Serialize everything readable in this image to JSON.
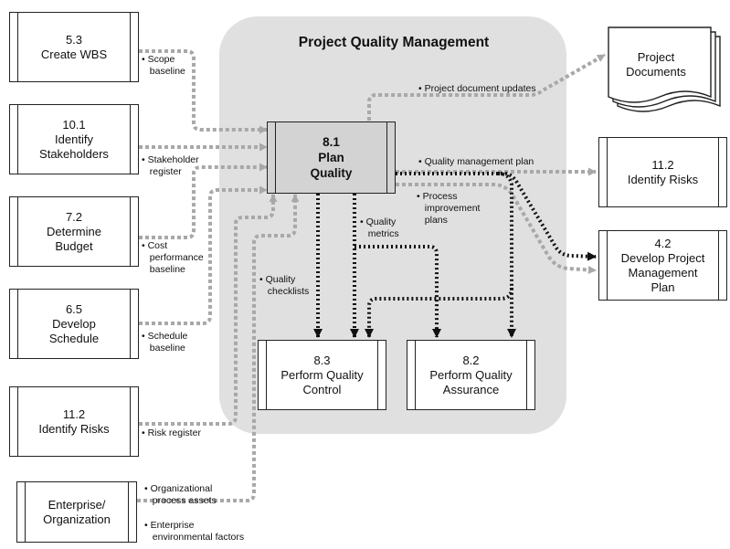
{
  "title": "Project Quality Management",
  "process": {
    "id": "8.1",
    "line1": "Plan",
    "line2": "Quality"
  },
  "inputs": [
    {
      "id": "5.3",
      "name1": "Create WBS",
      "name2": "",
      "name3": ""
    },
    {
      "id": "10.1",
      "name1": "Identify",
      "name2": "Stakeholders",
      "name3": ""
    },
    {
      "id": "7.2",
      "name1": "Determine",
      "name2": "Budget",
      "name3": ""
    },
    {
      "id": "6.5",
      "name1": "Develop",
      "name2": "Schedule",
      "name3": ""
    },
    {
      "id": "11.2",
      "name1": "Identify Risks",
      "name2": "",
      "name3": ""
    },
    {
      "id": "",
      "name1": "Enterprise/",
      "name2": "Organization",
      "name3": ""
    }
  ],
  "input_labels": [
    [
      "Scope",
      "baseline"
    ],
    [
      "Stakeholder",
      "register"
    ],
    [
      "Cost",
      "performance",
      "baseline"
    ],
    [
      "Schedule",
      "baseline"
    ],
    [
      "Risk register"
    ],
    [
      "Organizational",
      "process assets"
    ],
    [
      "Enterprise",
      "environmental factors"
    ]
  ],
  "outputs": {
    "project_documents": {
      "line1": "Project",
      "line2": "Documents"
    },
    "identify_risks": {
      "id": "11.2",
      "name": "Identify Risks"
    },
    "develop_pmp": {
      "id": "4.2",
      "name1": "Develop Project",
      "name2": "Management",
      "name3": "Plan"
    },
    "perform_qc": {
      "id": "8.3",
      "name1": "Perform Quality",
      "name2": "Control"
    },
    "perform_qa": {
      "id": "8.2",
      "name1": "Perform Quality",
      "name2": "Assurance"
    }
  },
  "output_labels": {
    "doc_updates": "Project document updates",
    "qmp": "Quality management plan",
    "pip": [
      "Process",
      "improvement",
      "plans"
    ],
    "metrics": [
      "Quality",
      "metrics"
    ],
    "checklists": [
      "Quality",
      "checklists"
    ]
  },
  "colors": {
    "panel": "#e0e0e0",
    "plan_fill": "#d3d3d3",
    "dashed": "#a8a8a8",
    "dotted": "#111111"
  }
}
